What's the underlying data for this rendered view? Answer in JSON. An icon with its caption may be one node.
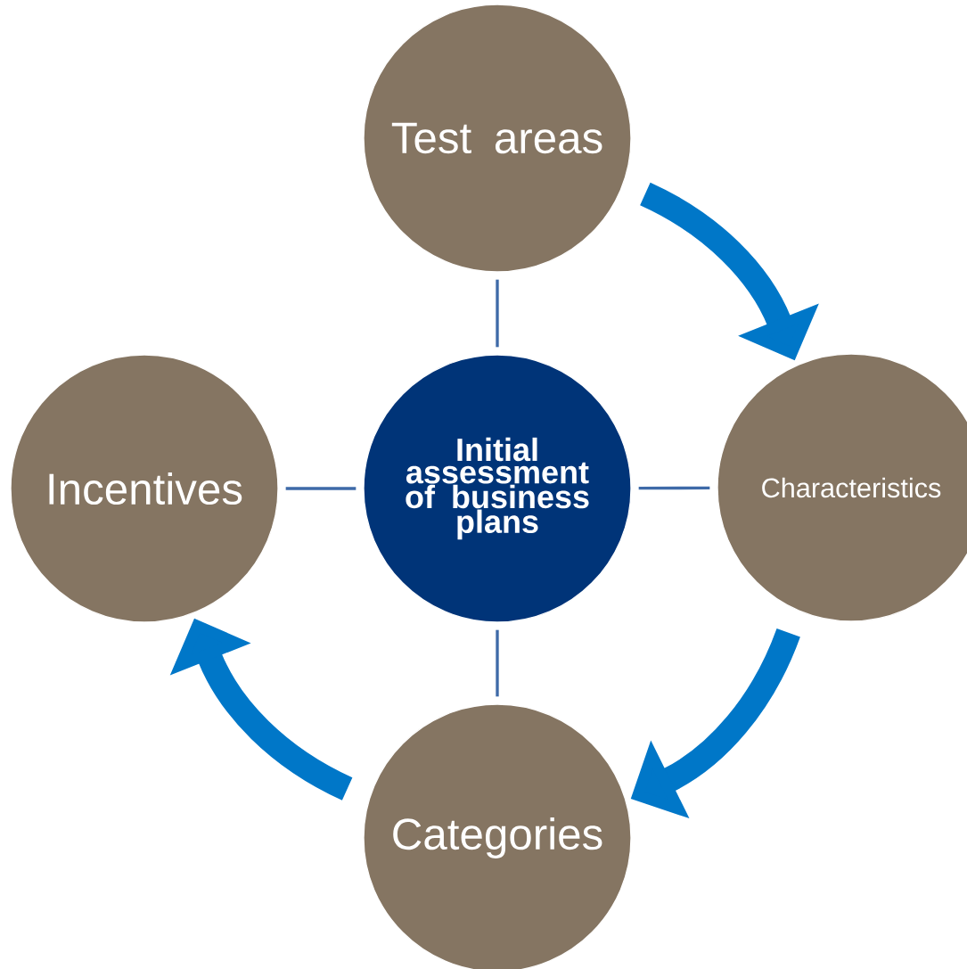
{
  "diagram": {
    "nodes": [
      {
        "text": [
          "Test areas"
        ]
      },
      {
        "text": [
          "Incentives"
        ]
      },
      {
        "text": [
          "Initial assessment of business plans"
        ]
      },
      {
        "text": [
          "Characteristics"
        ]
      },
      {
        "text": [
          "Categories"
        ]
      }
    ],
    "edges": [
      {
        "from": 2,
        "to": 0,
        "arrow": "none"
      },
      {
        "from": 2,
        "to": 1,
        "arrow": "none"
      },
      {
        "from": 2,
        "to": 3,
        "arrow": "none"
      },
      {
        "from": 2,
        "to": 4,
        "arrow": "none"
      },
      {
        "from": 0,
        "to": 3,
        "arrow": "to",
        "style": "thick",
        "color": "#0077c8"
      },
      {
        "from": 3,
        "to": 4,
        "arrow": "to",
        "style": "thick",
        "color": "#0077c8"
      },
      {
        "from": 4,
        "to": 1,
        "arrow": "to",
        "style": "thick",
        "color": "#0077c8"
      }
    ]
  }
}
